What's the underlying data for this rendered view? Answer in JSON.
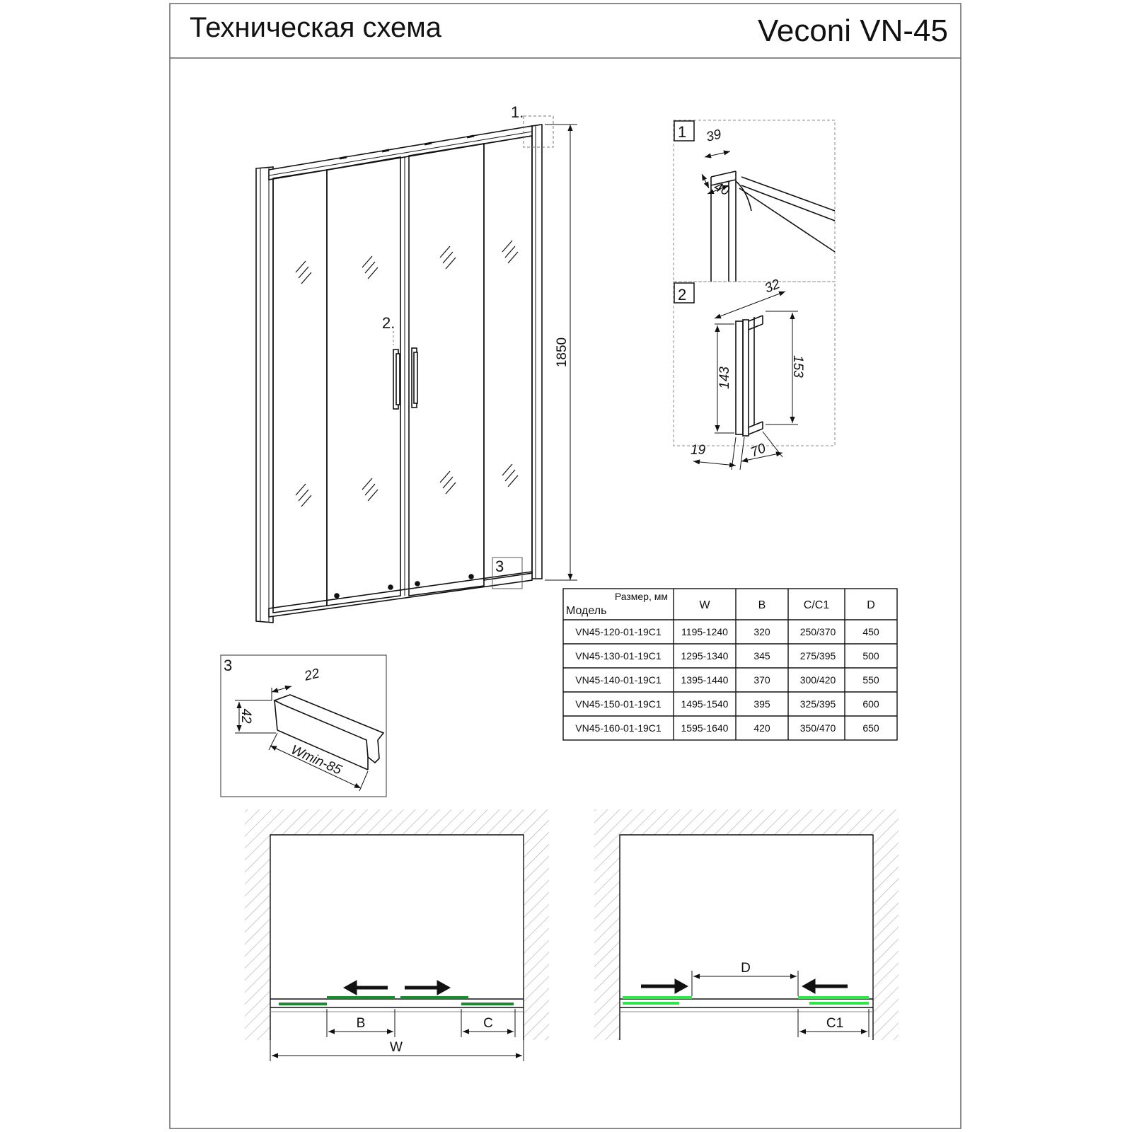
{
  "header": {
    "title": "Техническая схема",
    "brand": "Veconi VN-45"
  },
  "front_view": {
    "callout_1": "1.",
    "callout_2": "2.",
    "callout_3": "3",
    "height_dim": "1850"
  },
  "detail_1": {
    "label": "1",
    "dim_a": "39",
    "dim_b": "40"
  },
  "detail_2": {
    "label": "2",
    "dim_top": "32",
    "dim_inner": "143",
    "dim_outer": "153",
    "dim_depth": "19",
    "dim_offset": "70"
  },
  "detail_3": {
    "label": "3",
    "dim_width": "22",
    "dim_height": "42",
    "dim_length": "Wmin-85"
  },
  "table": {
    "corner_top": "Размер, мм",
    "corner_bottom": "Модель",
    "headers": [
      "W",
      "B",
      "C/C1",
      "D"
    ],
    "rows": [
      [
        "VN45-120-01-19C1",
        "1195-1240",
        "320",
        "250/370",
        "450"
      ],
      [
        "VN45-130-01-19C1",
        "1295-1340",
        "345",
        "275/395",
        "500"
      ],
      [
        "VN45-140-01-19C1",
        "1395-1440",
        "370",
        "300/420",
        "550"
      ],
      [
        "VN45-150-01-19C1",
        "1495-1540",
        "395",
        "325/395",
        "600"
      ],
      [
        "VN45-160-01-19C1",
        "1595-1640",
        "420",
        "350/470",
        "650"
      ]
    ]
  },
  "plan_closed": {
    "dim_b": "B",
    "dim_c": "C",
    "dim_w": "W"
  },
  "plan_open": {
    "dim_d": "D",
    "dim_c1": "C1"
  },
  "colors": {
    "panel_green_dark": "#1a8a2e",
    "panel_green_light": "#2ee84a",
    "line": "#111111",
    "hatch": "#bbbbbb"
  }
}
